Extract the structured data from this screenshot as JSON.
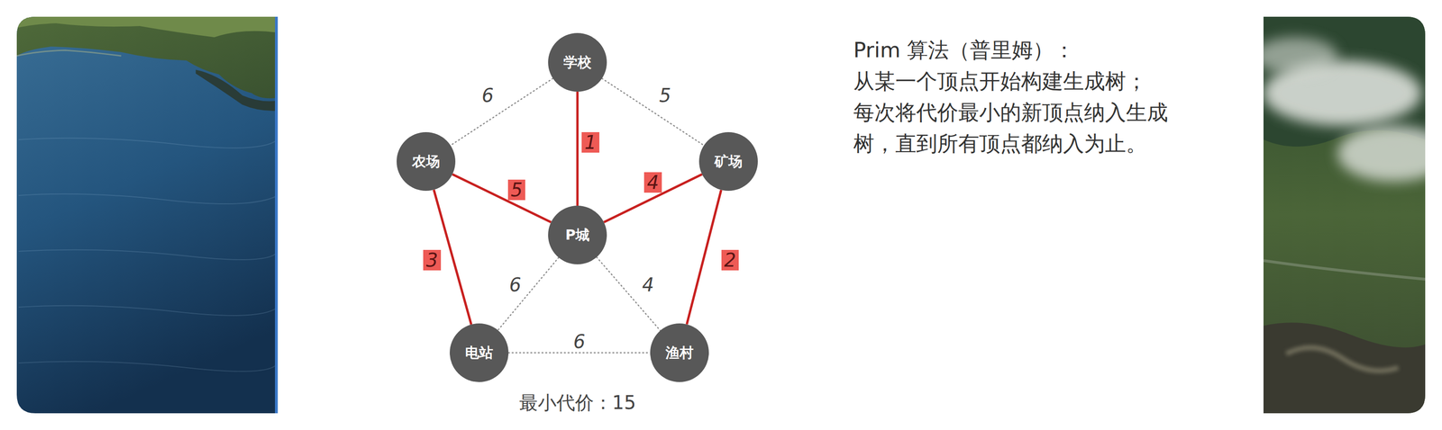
{
  "diagram": {
    "title": "Prim 算法（普里姆）：",
    "caption": "最小代价：15",
    "nodes": [
      {
        "text": [
          "学校"
        ]
      },
      {
        "text": [
          "农场"
        ]
      },
      {
        "text": [
          "矿场"
        ]
      },
      {
        "text": [
          "P城"
        ]
      },
      {
        "text": [
          "电站"
        ]
      },
      {
        "text": [
          "渔村"
        ]
      }
    ],
    "edges": [
      {
        "from": 0,
        "to": 1,
        "arrow": "none",
        "label": "6"
      },
      {
        "from": 0,
        "to": 2,
        "arrow": "none",
        "label": "5"
      },
      {
        "from": 0,
        "to": 3,
        "arrow": "none",
        "label": "1"
      },
      {
        "from": 1,
        "to": 3,
        "arrow": "none",
        "label": "5"
      },
      {
        "from": 2,
        "to": 3,
        "arrow": "none",
        "label": "4"
      },
      {
        "from": 1,
        "to": 4,
        "arrow": "none",
        "label": "3"
      },
      {
        "from": 2,
        "to": 5,
        "arrow": "none",
        "label": "2"
      },
      {
        "from": 3,
        "to": 4,
        "arrow": "none",
        "label": "6"
      },
      {
        "from": 3,
        "to": 5,
        "arrow": "none",
        "label": "4"
      },
      {
        "from": 4,
        "to": 5,
        "arrow": "none",
        "label": "6"
      }
    ],
    "labels": [
      "从某一个顶点开始构建生成树；",
      "每次将代价最小的新顶点纳入生成树，直到所有顶点都纳入为止。"
    ]
  }
}
